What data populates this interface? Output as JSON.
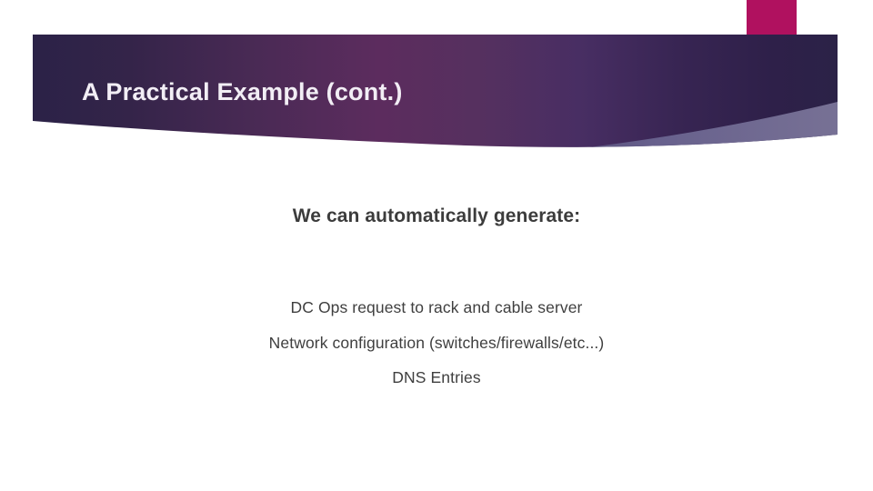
{
  "slide": {
    "title": "A Practical Example (cont.)",
    "heading": "We can automatically generate:",
    "bullets": [
      "DC Ops request to rack and cable server",
      "Network configuration (switches/firewalls/etc...)",
      "DNS Entries"
    ],
    "decoration": {
      "banner_name": "purple-header-banner",
      "accent_bar_name": "magenta-accent-bar",
      "wedge_name": "light-purple-wedge",
      "colors": {
        "banner_dark_left": "#2b2247",
        "banner_mid_plum": "#5c2c5e",
        "banner_right_dark": "#2e2049",
        "accent_magenta": "#b0115f",
        "wedge_light": "#6d6790",
        "title_text": "#f2eef5",
        "body_heading_text": "#3c3c3c",
        "body_text": "#3f3f3f",
        "background": "#ffffff"
      }
    }
  }
}
